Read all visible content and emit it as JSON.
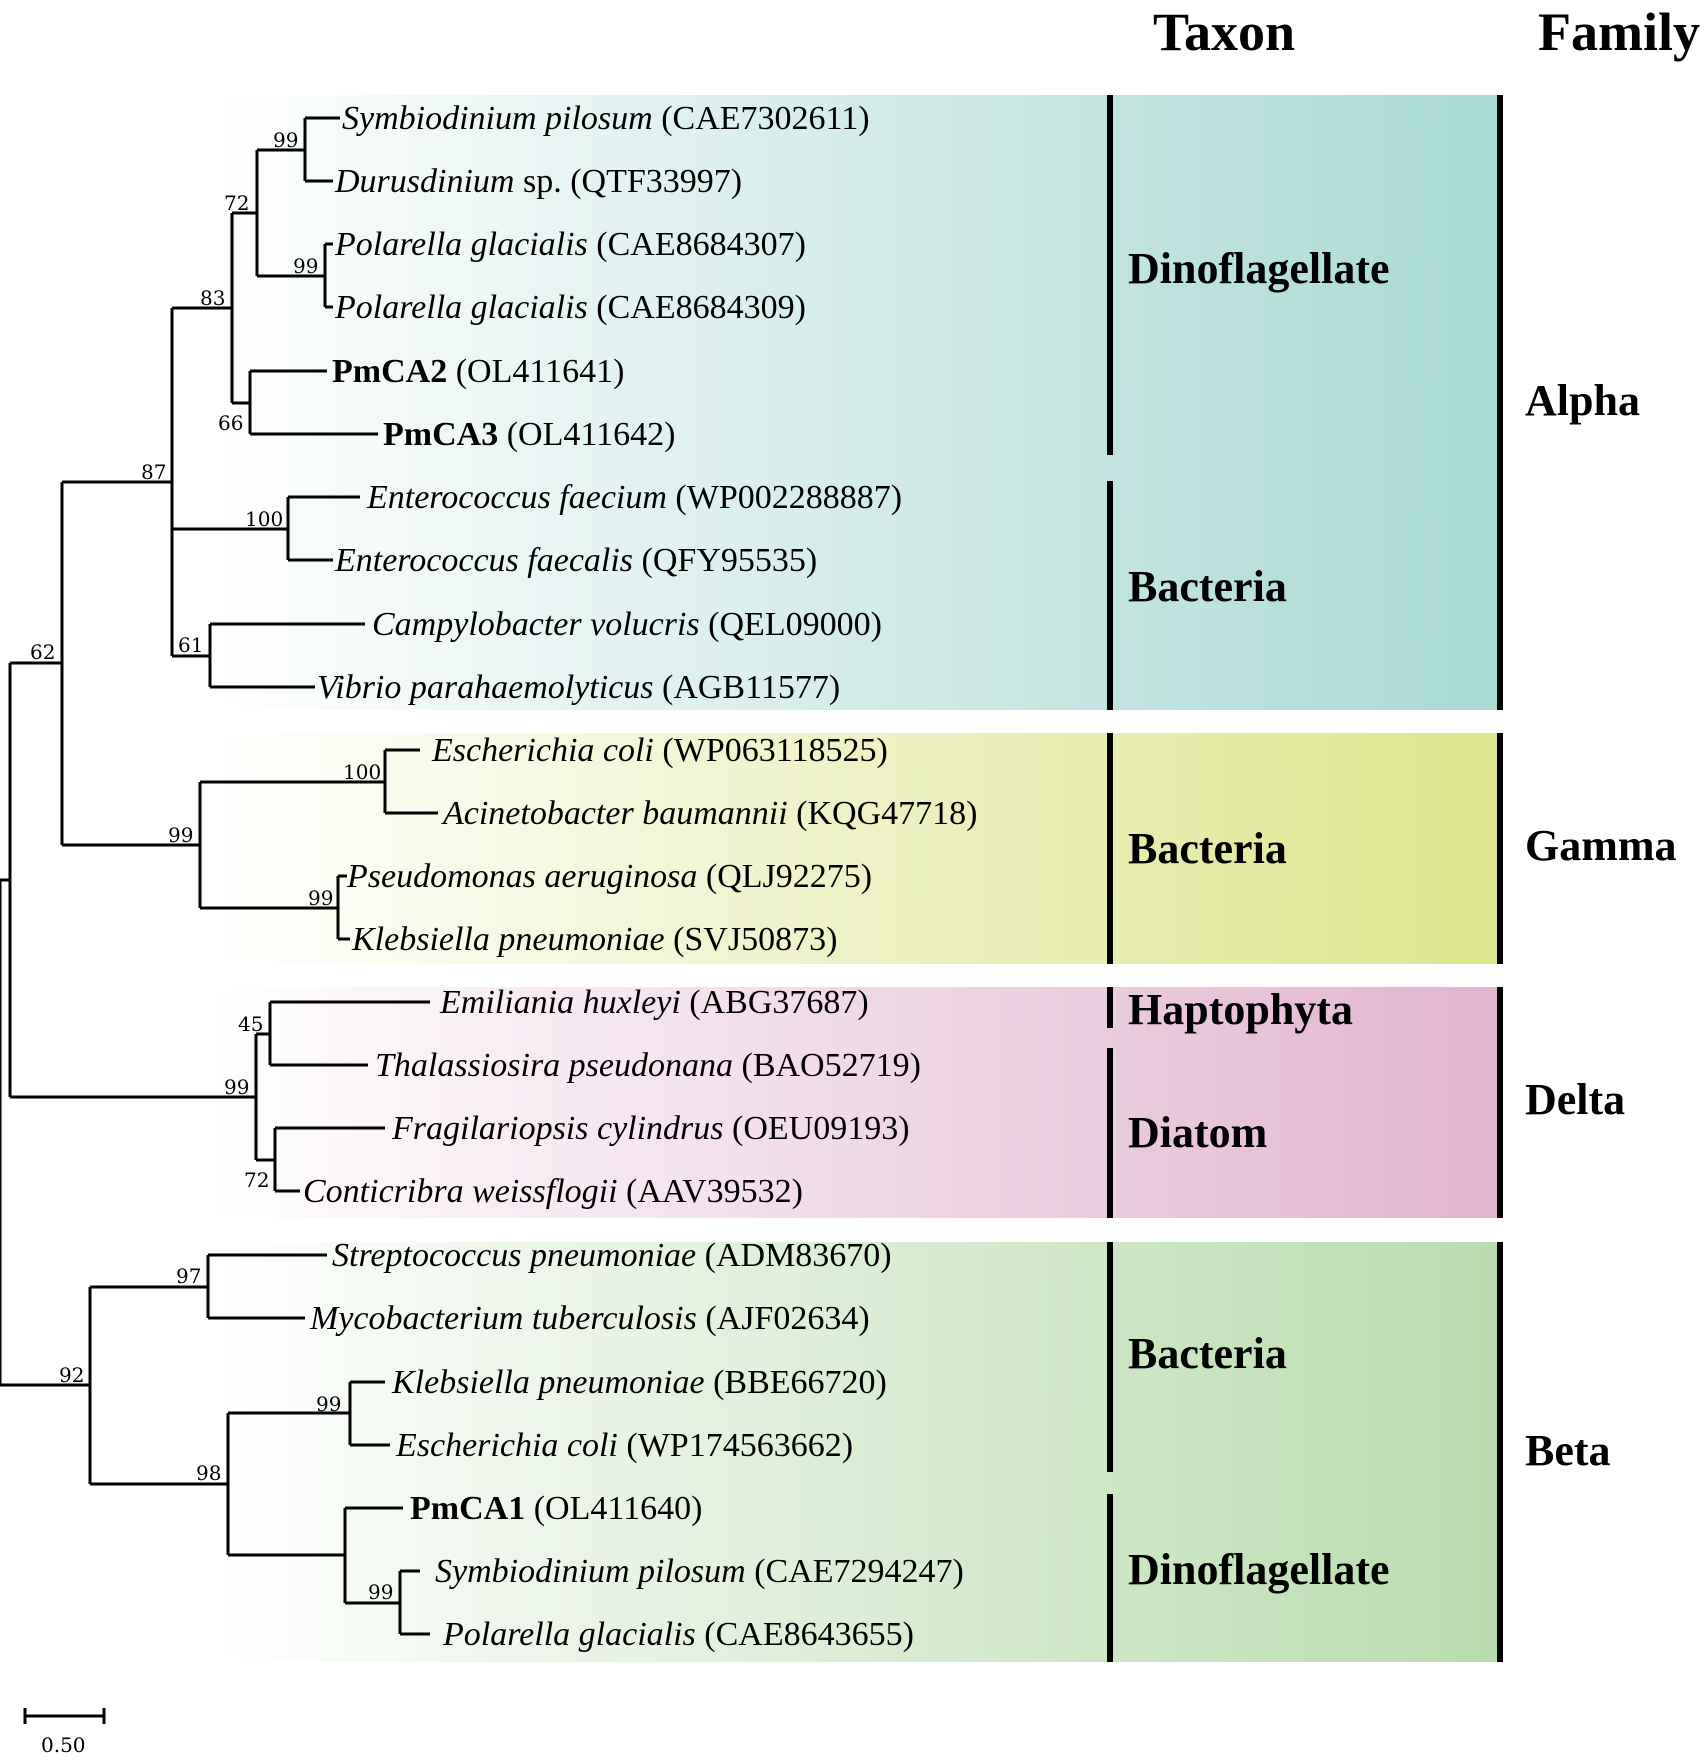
{
  "headers": {
    "taxon": "Taxon",
    "family": "Family"
  },
  "families": [
    {
      "name": "Alpha",
      "color": "#a9d9d3"
    },
    {
      "name": "Gamma",
      "color": "#dde58d"
    },
    {
      "name": "Delta",
      "color": "#e2b4cf"
    },
    {
      "name": "Beta",
      "color": "#b8dcad"
    }
  ],
  "taxa": [
    {
      "name": "Dinoflagellate",
      "family": "Alpha"
    },
    {
      "name": "Bacteria",
      "family": "Alpha"
    },
    {
      "name": "Bacteria",
      "family": "Gamma"
    },
    {
      "name": "Haptophyta",
      "family": "Delta"
    },
    {
      "name": "Diatom",
      "family": "Delta"
    },
    {
      "name": "Bacteria",
      "family": "Beta"
    },
    {
      "name": "Dinoflagellate",
      "family": "Beta"
    }
  ],
  "leaves": [
    {
      "id": 1,
      "species": "Symbiodinium pilosum",
      "sp": "",
      "acc": "(CAE7302611)"
    },
    {
      "id": 2,
      "species": "Durusdinium",
      "sp": "sp.",
      "acc": "(QTF33997)"
    },
    {
      "id": 3,
      "species": "Polarella glacialis",
      "sp": "",
      "acc": "(CAE8684307)"
    },
    {
      "id": 4,
      "species": "Polarella glacialis",
      "sp": "",
      "acc": "(CAE8684309)"
    },
    {
      "id": 5,
      "bold": "PmCA2",
      "acc": "(OL411641)"
    },
    {
      "id": 6,
      "bold": "PmCA3",
      "acc": "(OL411642)"
    },
    {
      "id": 7,
      "species": "Enterococcus faecium",
      "sp": "",
      "acc": "(WP002288887)"
    },
    {
      "id": 8,
      "species": "Enterococcus faecalis",
      "sp": "",
      "acc": "(QFY95535)"
    },
    {
      "id": 9,
      "species": "Campylobacter volucris",
      "sp": "",
      "acc": "(QEL09000)"
    },
    {
      "id": 10,
      "species": "Vibrio parahaemolyticus",
      "sp": "",
      "acc": "(AGB11577)"
    },
    {
      "id": 11,
      "species": "Escherichia coli",
      "sp": "",
      "acc": "(WP063118525)"
    },
    {
      "id": 12,
      "species": "Acinetobacter baumannii",
      "sp": "",
      "acc": "(KQG47718)"
    },
    {
      "id": 13,
      "species": "Pseudomonas aeruginosa",
      "sp": "",
      "acc": "(QLJ92275)"
    },
    {
      "id": 14,
      "species": "Klebsiella pneumoniae",
      "sp": "",
      "acc": "(SVJ50873)"
    },
    {
      "id": 15,
      "species": "Emiliania huxleyi",
      "sp": "",
      "acc": "(ABG37687)"
    },
    {
      "id": 16,
      "species": "Thalassiosira pseudonana",
      "sp": "",
      "acc": "(BAO52719)"
    },
    {
      "id": 17,
      "species": "Fragilariopsis cylindrus",
      "sp": "",
      "acc": "(OEU09193)"
    },
    {
      "id": 18,
      "species": "Conticribra weissflogii",
      "sp": "",
      "acc": "(AAV39532)"
    },
    {
      "id": 19,
      "species": "Streptococcus pneumoniae",
      "sp": "",
      "acc": "(ADM83670)"
    },
    {
      "id": 20,
      "species": "Mycobacterium tuberculosis",
      "sp": "",
      "acc": "(AJF02634)"
    },
    {
      "id": 21,
      "species": "Klebsiella pneumoniae",
      "sp": "",
      "acc": "(BBE66720)"
    },
    {
      "id": 22,
      "species": "Escherichia coli",
      "sp": "",
      "acc": "(WP174563662)"
    },
    {
      "id": 23,
      "bold": "PmCA1",
      "acc": "(OL411640)"
    },
    {
      "id": 24,
      "species": "Symbiodinium pilosum",
      "sp": "",
      "acc": "(CAE7294247)"
    },
    {
      "id": 25,
      "species": "Polarella glacialis",
      "sp": "",
      "acc": "(CAE8643655)"
    }
  ],
  "bootstrap": [
    "99",
    "99",
    "72",
    "66",
    "83",
    "100",
    "61",
    "87",
    "100",
    "99",
    "99",
    "62",
    "45",
    "72",
    "99",
    "97",
    "99",
    "99",
    "98",
    "92"
  ],
  "scale_bar": {
    "label": "0.50"
  }
}
